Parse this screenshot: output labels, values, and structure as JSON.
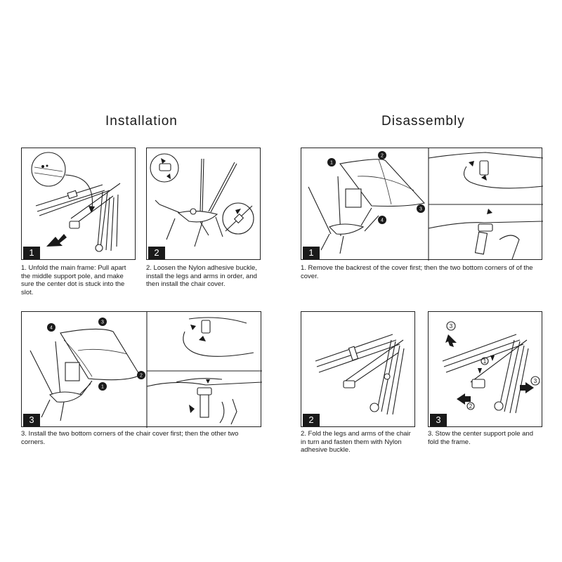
{
  "installation": {
    "heading": "Installation",
    "step1": {
      "number": "1",
      "caption": "1. Unfold the main frame: Pull apart the middle support pole, and make sure the center dot is stuck into the slot."
    },
    "step2": {
      "number": "2",
      "caption": "2.  Loosen the Nylon adhesive buckle, install the legs and arms in order, and then install the chair cover."
    },
    "step3": {
      "number": "3",
      "caption": "3. Install the two bottom corners of the chair cover first;  then the other two corners."
    }
  },
  "disassembly": {
    "heading": "Disassembly",
    "step1": {
      "number": "1",
      "caption": "1. Remove the backrest of the cover first;  then the two bottom corners of of the cover."
    },
    "step2": {
      "number": "2",
      "caption": "2. Fold the legs and arms of the chair in turn and fasten them with Nylon adhesive buckle."
    },
    "step3": {
      "number": "3",
      "caption": "3. Stow the center support pole and fold the frame."
    }
  },
  "callouts": {
    "one": "1",
    "two": "2",
    "three": "3",
    "four": "4"
  },
  "colors": {
    "ink": "#1a1a1a",
    "background": "#ffffff"
  }
}
